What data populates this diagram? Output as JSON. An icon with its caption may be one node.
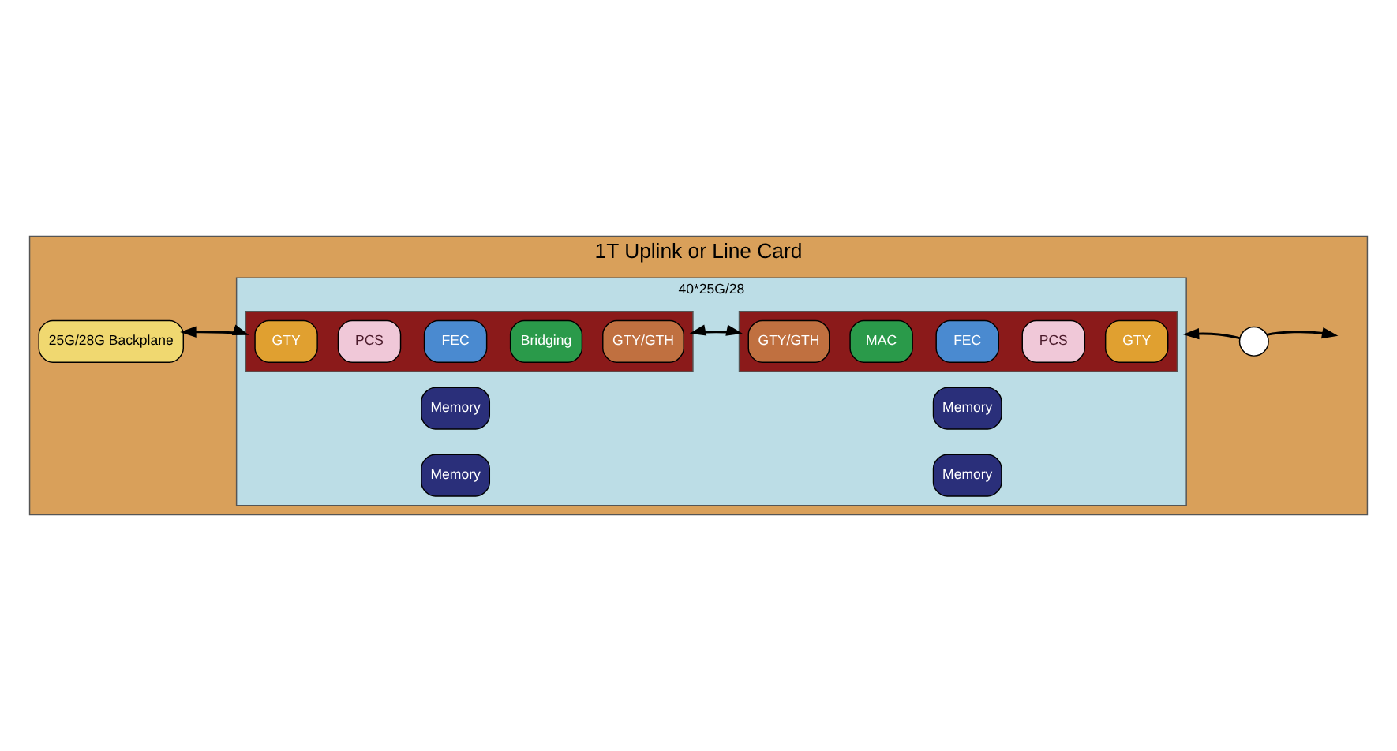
{
  "diagram": {
    "nodes": [
      {
        "text": [
          "1T Uplink or Line Card"
        ]
      },
      {
        "text": [
          "25G/28G Backplane"
        ],
        "in": 0
      },
      {
        "text": [
          "40*25G/28"
        ],
        "in": 0
      },
      {
        "text": [
          "Memory"
        ],
        "in": 2
      },
      {
        "text": [
          "Memory"
        ],
        "in": 2
      },
      {
        "text": [],
        "shape": "box",
        "in": 2
      },
      {
        "text": [
          "GTY"
        ],
        "in": 5
      },
      {
        "text": [
          "PCS"
        ],
        "in": 5
      },
      {
        "text": [
          "FEC"
        ],
        "in": 5
      },
      {
        "text": [
          "Bridging"
        ],
        "in": 5
      },
      {
        "text": [
          "GTY/GTH"
        ],
        "in": 5
      },
      {
        "text": [],
        "shape": "box",
        "in": 2
      },
      {
        "text": [
          "GTY/GTH"
        ],
        "in": 11
      },
      {
        "text": [
          "MAC"
        ],
        "in": 11
      },
      {
        "text": [
          "FEC"
        ],
        "in": 11
      },
      {
        "text": [
          "PCS"
        ],
        "in": 11
      },
      {
        "text": [
          "GTY"
        ],
        "in": 11
      },
      {
        "text": [
          "Memory"
        ],
        "in": 2
      },
      {
        "text": [
          "Memory"
        ],
        "in": 2
      },
      {
        "text": [],
        "shape": "circle",
        "in": 0
      }
    ],
    "edges": [
      {
        "from": 1,
        "to": 5,
        "arrow": "both"
      },
      {
        "from": 5,
        "to": 11,
        "arrow": "both"
      },
      {
        "from": 19,
        "to": 2,
        "arrow": "to"
      },
      {
        "from": 19,
        "to": null,
        "arrow": "to"
      }
    ]
  }
}
